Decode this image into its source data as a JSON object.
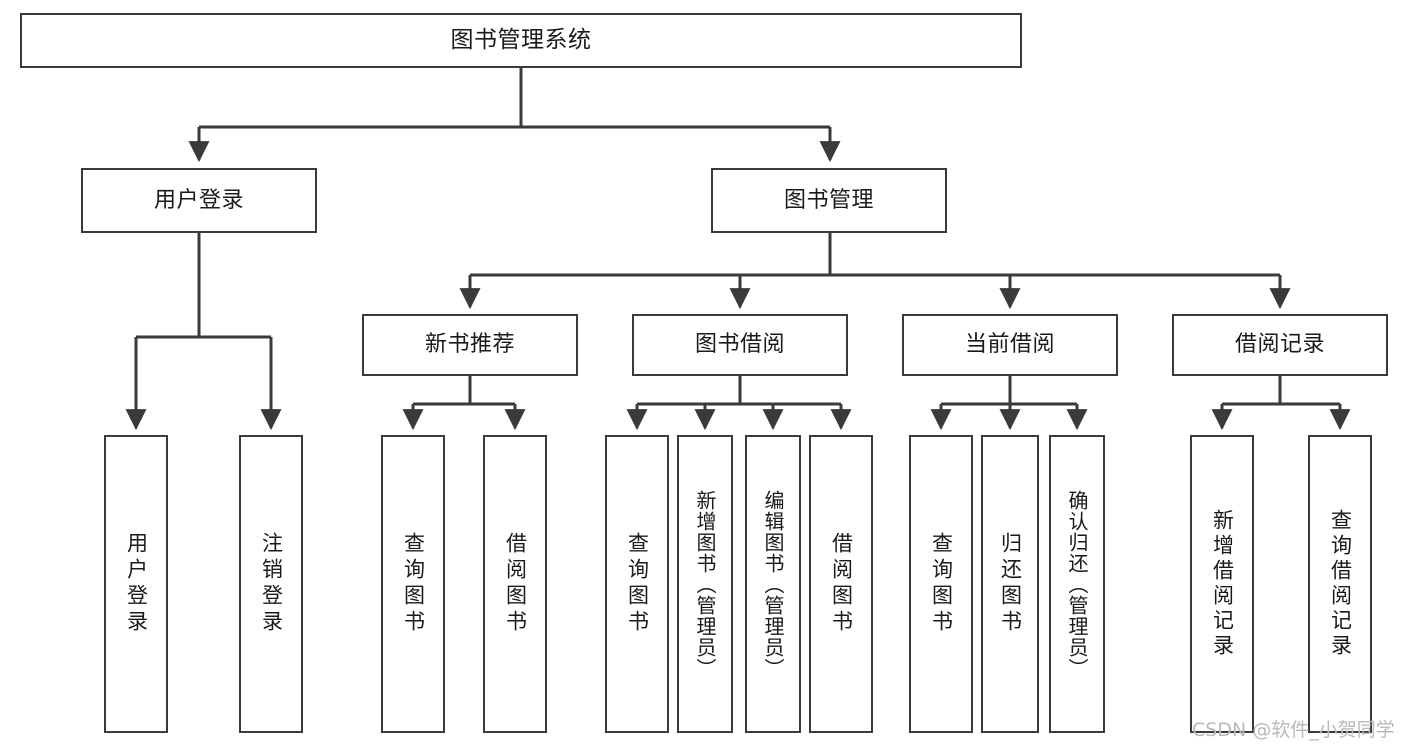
{
  "diagram": {
    "title": "图书管理系统",
    "type": "tree-hierarchy",
    "colors": {
      "stroke": "#3a3a3a",
      "fill": "#ffffff",
      "text": "#1a1a1a",
      "watermark": "#b9b9b9"
    }
  },
  "root": {
    "label": "图书管理系统"
  },
  "level2": [
    {
      "label": "用户登录"
    },
    {
      "label": "图书管理"
    }
  ],
  "level3": [
    {
      "label": "新书推荐"
    },
    {
      "label": "图书借阅"
    },
    {
      "label": "当前借阅"
    },
    {
      "label": "借阅记录"
    }
  ],
  "leaves": {
    "user_login": [
      {
        "label": "用户登录"
      },
      {
        "label": "注销登录"
      }
    ],
    "new_book_recommend": [
      {
        "label": "查询图书"
      },
      {
        "label": "借阅图书"
      }
    ],
    "book_borrow": [
      {
        "label": "查询图书"
      },
      {
        "label": "新增图书（管理员）"
      },
      {
        "label": "编辑图书（管理员）"
      },
      {
        "label": "借阅图书"
      }
    ],
    "current_borrow": [
      {
        "label": "查询图书"
      },
      {
        "label": "归还图书"
      },
      {
        "label": "确认归还（管理员）"
      }
    ],
    "borrow_record": [
      {
        "label": "新增借阅记录"
      },
      {
        "label": "查询借阅记录"
      }
    ]
  },
  "watermark": {
    "text": "CSDN @软件_小贺同学"
  }
}
